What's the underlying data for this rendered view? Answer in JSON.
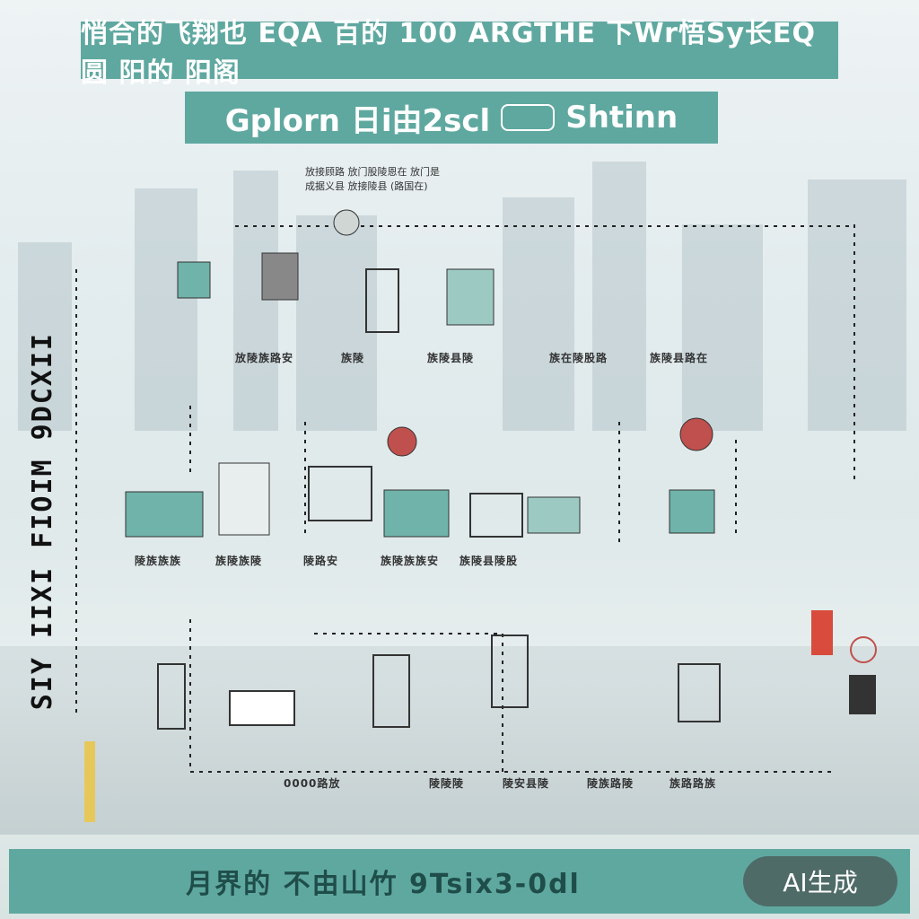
{
  "header": {
    "title": "悄合的飞翔也 EQA 百的 100 ARGTHE 下Wr悟Sy长EQ圆 阳的 阳阁",
    "subtitle_left": "Gplorn 日i由2scl",
    "subtitle_right": "Shtinn"
  },
  "side_title": "SIY IIXI FIOIM 9DCXII",
  "top_note": "放接顾路 放门股陵恩在 放门是\n成据义县 放接陵县 (路国在)",
  "row1_labels": [
    "放陵族路安",
    "族陵",
    "族陵县陵",
    "族在陵股路",
    "族陵县路在"
  ],
  "row2_labels": [
    "陵族族族",
    "族陵族陵",
    "陵路安",
    "族陵族族安",
    "族陵县陵股"
  ],
  "row3_labels": [
    "0000路放",
    "陵陵陵",
    "陵安县陵",
    "陵族路陵",
    "族路路族"
  ],
  "footer": {
    "text": "月界的 不由山竹 9Tsix3-0dl",
    "badge": "AI生成"
  },
  "colors": {
    "accent": "#5fa8a0",
    "badge_bg": "#4f6b67",
    "text_dark": "#1f4e4a"
  }
}
